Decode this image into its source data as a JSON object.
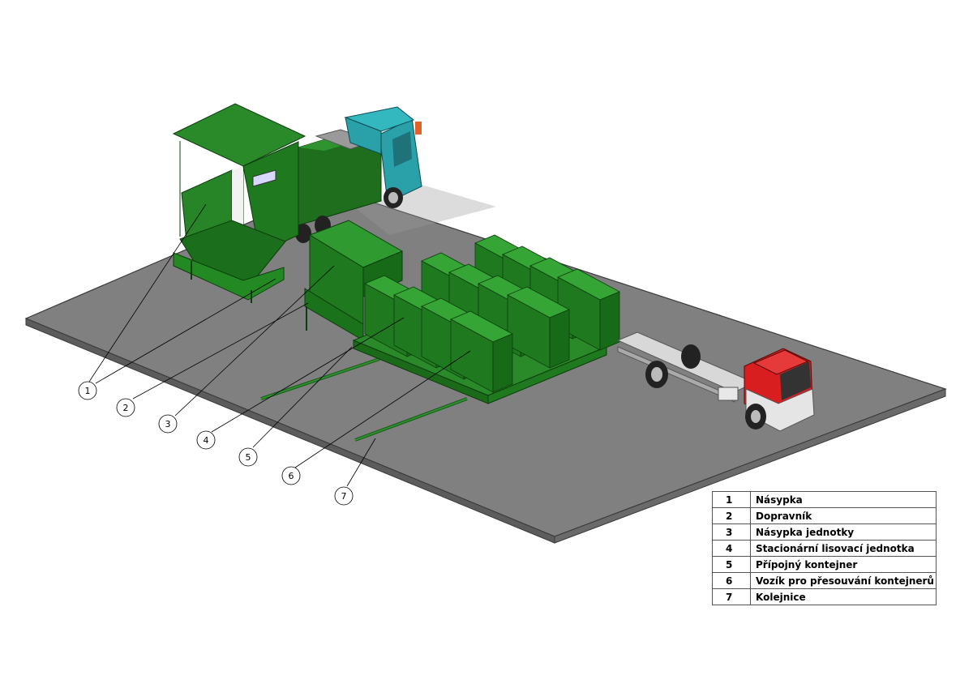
{
  "callouts": [
    "1",
    "2",
    "3",
    "4",
    "5",
    "6",
    "7"
  ],
  "legend": [
    {
      "num": "1",
      "label": "Násypka"
    },
    {
      "num": "2",
      "label": "Dopravník"
    },
    {
      "num": "3",
      "label": "Násypka jednotky"
    },
    {
      "num": "4",
      "label": "Stacionární lisovací jednotka"
    },
    {
      "num": "5",
      "label": "Přípojný kontejner"
    },
    {
      "num": "6",
      "label": "Vozík pro přesouvání kontejnerů"
    },
    {
      "num": "7",
      "label": "Kolejnice"
    }
  ],
  "colors": {
    "ground": "#808080",
    "equipment_green": "#1e7d1e",
    "truck_cab_teal": "#2aa0a8",
    "truck_cab_red": "#d81e1e"
  }
}
